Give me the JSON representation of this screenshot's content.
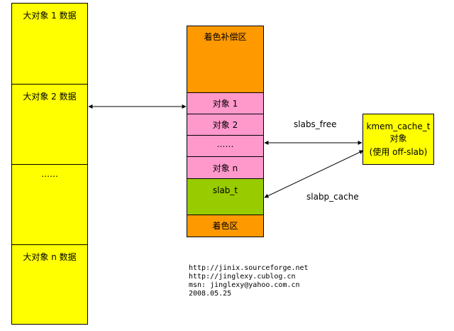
{
  "left_column": {
    "cells": [
      {
        "label": "大对象 1 数据"
      },
      {
        "label": "大对象 2 数据"
      },
      {
        "label": "……"
      },
      {
        "label": "大对象 n 数据"
      }
    ],
    "fill": "#ffff00"
  },
  "slab": {
    "color_pad": {
      "label": "着色补偿区",
      "fill": "#ff9900"
    },
    "objects": [
      {
        "label": "对象 1"
      },
      {
        "label": "对象 2"
      },
      {
        "label": "……"
      },
      {
        "label": "对象 n"
      }
    ],
    "object_fill": "#ff99cc",
    "slab_t": {
      "label": "slab_t",
      "fill": "#99cc00"
    },
    "color_area": {
      "label": "着色区",
      "fill": "#ff9900"
    }
  },
  "kmem": {
    "line1": "kmem_cache_t",
    "line2": "对象",
    "line3": "(使用 off-slab)",
    "fill": "#ffff00"
  },
  "edge_labels": {
    "slabs_free": "slabs_free",
    "slabp_cache": "slabp_cache"
  },
  "credits": {
    "line1": "http://jinix.sourceforge.net",
    "line2": "http://jinglexy.cublog.cn",
    "line3": "msn: jinglexy@yahoo.com.cn",
    "line4": "2008.05.25"
  }
}
